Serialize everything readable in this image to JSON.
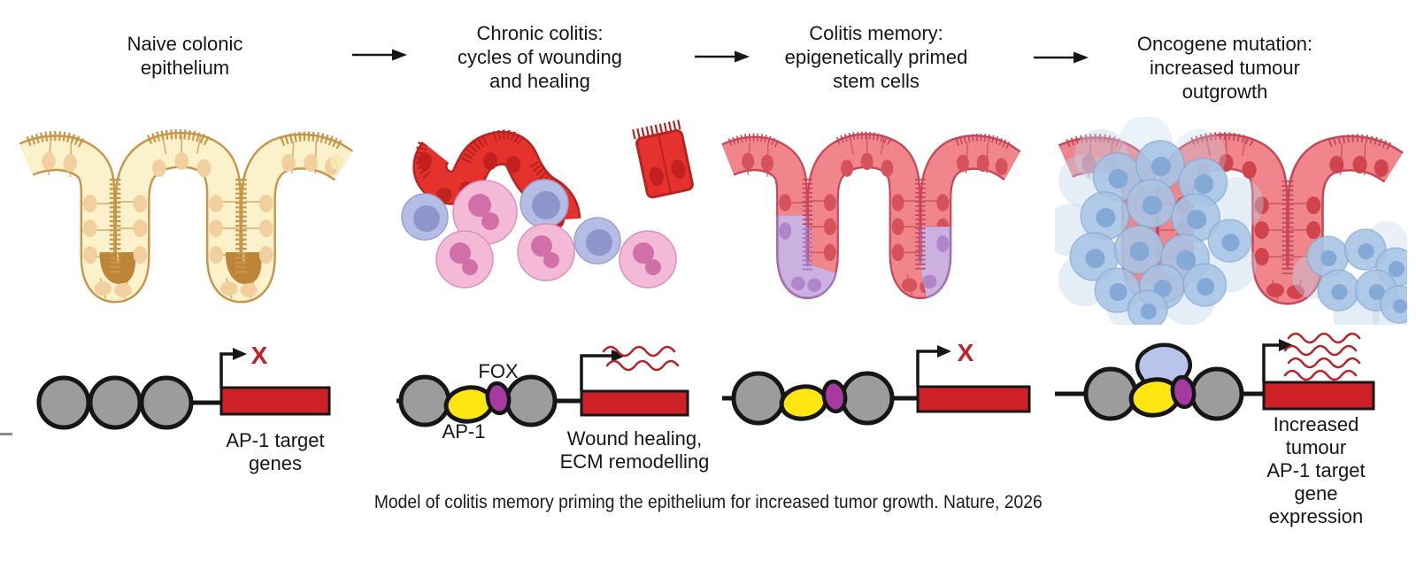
{
  "stages": [
    {
      "id": "naive",
      "title": "Naive colonic\nepithelium"
    },
    {
      "id": "chronic",
      "title": "Chronic colitis:\ncycles of wounding\nand healing"
    },
    {
      "id": "memory",
      "title": "Colitis memory:\nepigenetically primed\nstem cells"
    },
    {
      "id": "oncogene",
      "title": "Oncogene mutation:\nincreased tumour outgrowth"
    }
  ],
  "gene_diagrams": {
    "naive": {
      "x_mark": "X",
      "label": "AP-1 target\ngenes"
    },
    "chronic": {
      "fox_label": "FOX",
      "ap1_label": "AP-1",
      "label": "Wound healing,\nECM remodelling"
    },
    "memory": {
      "x_mark": "X"
    },
    "oncogene": {
      "label": "Increased tumour\nAP-1 target gene\nexpression"
    }
  },
  "caption": "Model of colitis memory priming the epithelium for increased tumor growth. Nature, 2026",
  "colors": {
    "naive_cell": "#FBF1CB",
    "naive_outline": "#C8964B",
    "naive_nucleus": "#F2CF9F",
    "naive_crypt_base": "#BE8438",
    "wound_cell": "#E5322D",
    "wound_outline": "#B8231F",
    "wound_nucleus": "#C22120",
    "memory_cell": "#F0868B",
    "memory_outline": "#C4485A",
    "memory_nucleus": "#D5525C",
    "primed_cell": "#CBB1E0",
    "primed_nucleus": "#AF86CC",
    "lymphocyte": "#B6BDE4",
    "neutrophil": "#F4B9D6",
    "tumour_cell": "#A9C4E6",
    "nucleosome_gray": "#9C9C9C",
    "ap1_yellow": "#FFE512",
    "fox_purple": "#A53AA0",
    "gene_red": "#CE2127",
    "rna_red": "#B5232B",
    "x_red": "#C32128"
  }
}
